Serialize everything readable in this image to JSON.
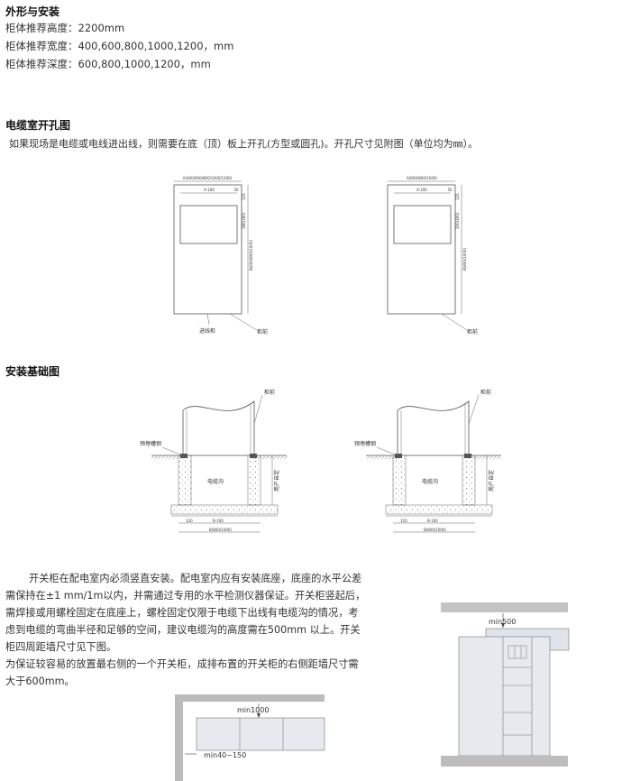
{
  "sections": {
    "shape": {
      "title": "外形与安装",
      "lines": [
        "柜体推荐高度：2200mm",
        "柜体推荐宽度：400,600,800,1000,1200，mm",
        "柜体推荐深度：600,800,1000,1200，mm"
      ]
    },
    "cable_room": {
      "title": "电缆室开孔图",
      "desc": "如果现场是电缆或电线进出线，则需要在底（顶）板上开孔(方型或圆孔)。开孔尺寸见附图（单位均为㎜）。",
      "diagram1": {
        "top_dim": "A(400/600/800/1000/1200)",
        "sub_dim": "A-100",
        "side_dim_small": "50",
        "vert_inner": "180(300)",
        "vert_outer": "B(600/800/1000)",
        "side_small": "125",
        "label_in": "进线柜",
        "label_front": "柜前"
      },
      "diagram2": {
        "top_dim": "A(600/800/1000)",
        "sub_dim": "A-100",
        "side_dim_small": "50",
        "vert_inner": "300(400)",
        "vert_outer": "B(800/1000)",
        "side_small": "125",
        "label_front": "柜前"
      }
    },
    "foundation": {
      "title": "安装基础图",
      "left": {
        "label_front": "柜前",
        "label_steel": "预埋槽钢",
        "label_trench": "电缆沟",
        "label_user": "用户自定",
        "dim_small": "120",
        "dim_mid": "B-100",
        "dim_total": "B(800/1000)"
      },
      "right": {
        "label_front": "柜前",
        "label_steel": "预埋槽钢",
        "label_trench": "电缆沟",
        "label_user": "用户自定",
        "dim_small": "120",
        "dim_mid": "B-100",
        "dim_total": "B(800/1000)"
      }
    },
    "install_text": [
      "开关柜在配电室内必须竖直安装。配电室内应有安装底座，底座的水平公差",
      "需保持在±1 mm/1m以内，并需通过专用的水平检测仪器保证。开关柜竖起后，",
      "需焊接或用螺栓固定在底座上，螺栓固定仅限于电缆下出线有电缆沟的情况，考",
      "虑到电缆的弯曲半径和足够的空间，建议电缆沟的高度需在500mm 以上。开关",
      "柜四周距墙尺寸见下图。",
      "为保证较容易的放置最右侧的一个开关柜，成排布置的开关柜的右侧距墙尺寸需",
      "大于600mm。"
    ],
    "wall_plan": {
      "min_front": "min1000",
      "min_side": "min40~150"
    },
    "wall_elev": {
      "min_top": "min500"
    }
  }
}
